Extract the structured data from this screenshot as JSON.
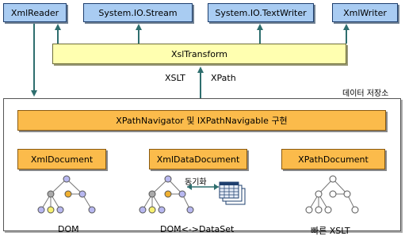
{
  "top_boxes": [
    "XmlReader",
    "System.IO.Stream",
    "System.IO.TextWriter",
    "XmlWriter"
  ],
  "xsl_transform": "XslTransform",
  "label_xslt": "XSLT",
  "label_xpath": "XPath",
  "store_title": "데이터 저장소",
  "navigator": "XPathNavigator 및 IXPathNavigable 구현",
  "docs": [
    "XmlDocument",
    "XmlDataDocument",
    "XPathDocument"
  ],
  "sync_label": "동기화",
  "captions": [
    "DOM",
    "DOM<->DataSet",
    "빠른 XSLT"
  ],
  "colors": {
    "top_box": "#a9ccf2",
    "xsl_box": "#ffffb0",
    "doc_box": "#fbbb4b",
    "arrow": "#2e6e6e"
  }
}
